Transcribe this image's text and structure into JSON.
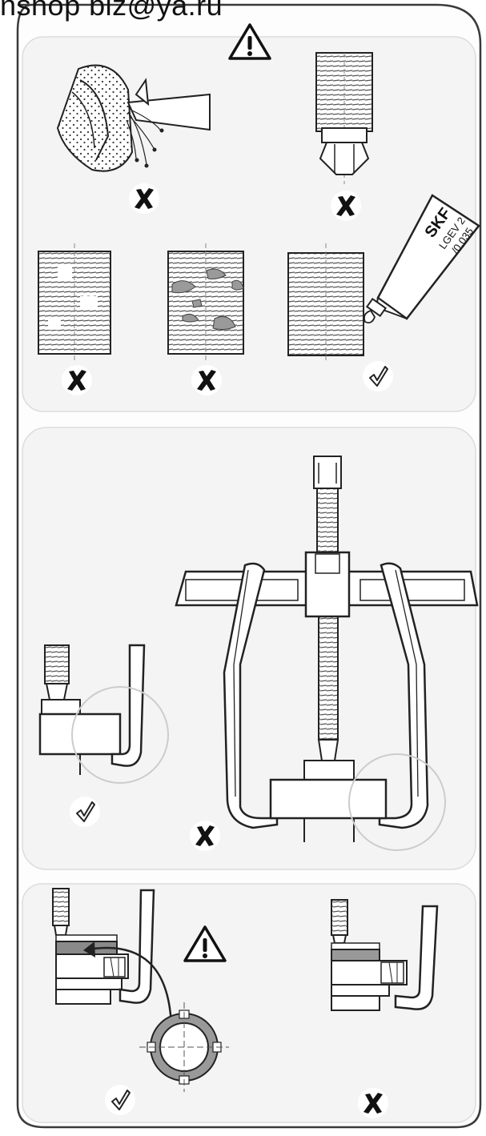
{
  "header": {
    "text": "nshop  biz@ya.ru"
  },
  "tube": {
    "brand": "SKF",
    "line1": "LGEV 2",
    "line2": "/0,035"
  },
  "marks": {
    "cross": "cross-mark-icon",
    "check": "check-mark-icon",
    "warning": "warning-triangle-icon"
  },
  "colors": {
    "line": "#222222",
    "panel": "#f4f4f4",
    "frame": "#3a3a3a"
  }
}
